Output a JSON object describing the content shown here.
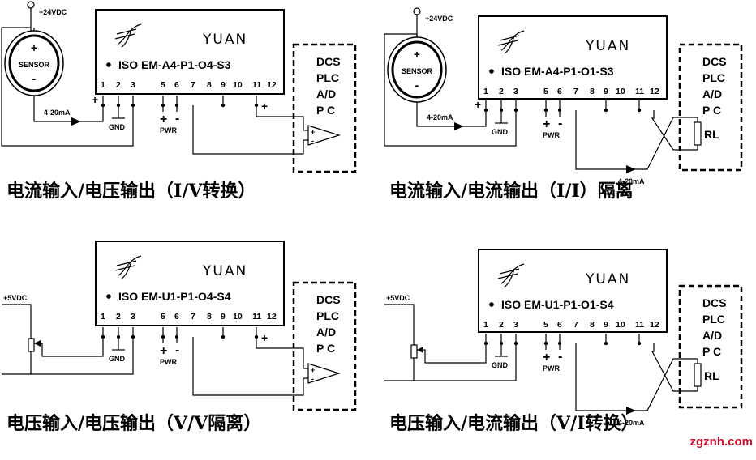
{
  "panels": [
    {
      "model": "ISO EM-A4-P1-O4-S3",
      "caption": "电流输入/电压输出（I/V转换）",
      "input_type": "sensor",
      "output_type": "voltage",
      "supply_label": "+24VDC",
      "signal_label": "4-20mA",
      "out_label": ""
    },
    {
      "model": "ISO EM-A4-P1-O1-S3",
      "caption": "电流输入/电流输出（I/I）隔离",
      "input_type": "sensor",
      "output_type": "current",
      "supply_label": "+24VDC",
      "signal_label": "4-20mA",
      "out_label": "4-20mA"
    },
    {
      "model": "ISO EM-U1-P1-O4-S4",
      "caption": "电压输入/电压输出（V/V隔离）",
      "input_type": "pot",
      "output_type": "voltage",
      "supply_label": "+5VDC",
      "signal_label": "",
      "out_label": ""
    },
    {
      "model": "ISO EM-U1-P1-O1-S4",
      "caption": "电压输入/电流输出（V/I转换）",
      "input_type": "pot",
      "output_type": "current",
      "supply_label": "+5VDC",
      "signal_label": "",
      "out_label": "4-20mA"
    }
  ],
  "common": {
    "brand": "YUAN",
    "pins": [
      "1",
      "2",
      "3",
      "5",
      "6",
      "7",
      "8",
      "9",
      "10",
      "11",
      "12"
    ],
    "pwr_label": "PWR",
    "gnd_label": "GND",
    "sensor_label": "SENSOR",
    "dcs_lines": [
      "DCS",
      "PLC",
      "A/D",
      "P  C"
    ],
    "rl_label": "RL",
    "plus": "+",
    "minus": "-"
  },
  "watermark": "zgznh.com"
}
